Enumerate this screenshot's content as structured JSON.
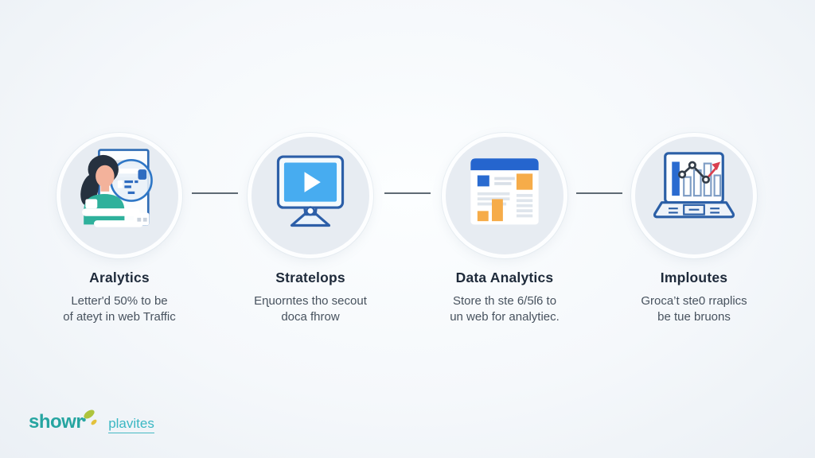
{
  "infographic": {
    "steps": [
      {
        "title": "Aralytics",
        "desc_line1": "Letter'd 50% to be",
        "desc_line2": "of ateyt in web Traffic",
        "icon": "analyst-browser-search-icon"
      },
      {
        "title": "Stratelops",
        "desc_line1": "Eɳuorntes tho secout",
        "desc_line2": "doca fhrow",
        "icon": "monitor-play-icon"
      },
      {
        "title": "Data Analytics",
        "desc_line1": "Store th ste 6/5ſ6 to",
        "desc_line2": "un web for analytiec.",
        "icon": "dashboard-report-icon"
      },
      {
        "title": "Imploutes",
        "desc_line1": "Groca’t ste0 rraplics",
        "desc_line2": "be tue bruons",
        "icon": "laptop-growth-chart-icon"
      }
    ],
    "logo": {
      "brand": "showr",
      "suffix": "plavites"
    },
    "colors": {
      "accent_blue": "#2a6bd0",
      "accent_light_blue": "#47acf0",
      "accent_orange": "#f5ab4a",
      "accent_teal": "#2fb19c",
      "brand_teal": "#26a5a1",
      "brand_cyan": "#3ab7c3",
      "leaf_green": "#aec43c",
      "arrow_red": "#d9404f",
      "title_navy": "#1e2a3a",
      "body_gray": "#47525e",
      "circle_fill": "#e7ecf2",
      "connector_gray": "#5f6a74"
    }
  }
}
